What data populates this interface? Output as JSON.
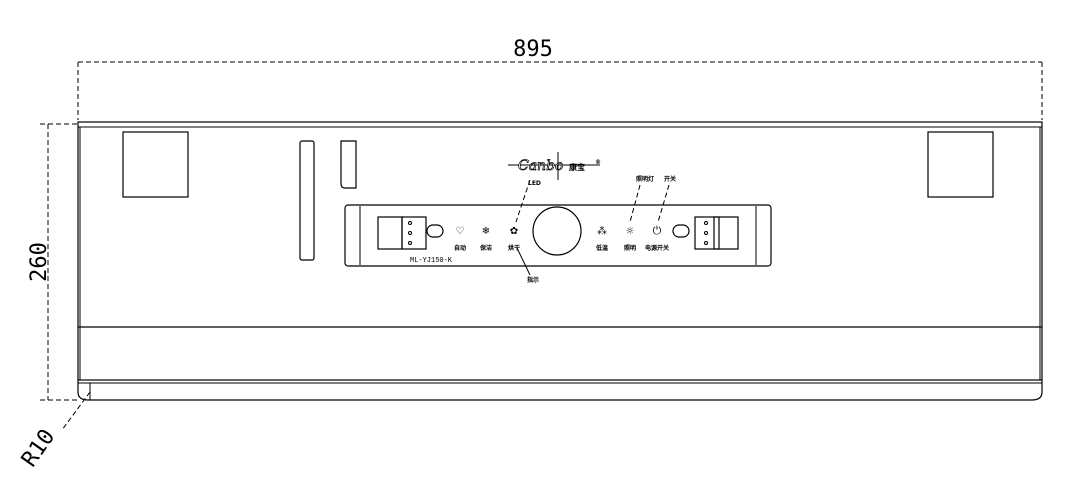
{
  "dimensions": {
    "width": "895",
    "height": "260",
    "radius": "R10"
  },
  "brand": {
    "latin": "Canbo",
    "chinese": "康宝",
    "mark": "®"
  },
  "model": "ML-YJ150-K",
  "buttons": [
    {
      "icon": "auto-icon",
      "label": "自动"
    },
    {
      "icon": "snowflake-icon",
      "label": "保洁"
    },
    {
      "icon": "flower-icon",
      "label": "烘干"
    },
    {
      "icon": "fan-icon",
      "label": "低温"
    },
    {
      "icon": "light-icon",
      "label": "照明"
    },
    {
      "icon": "power-icon",
      "label": "电源开关"
    }
  ],
  "callouts": {
    "top_left": "LED",
    "bottom": "指示",
    "top_right_1": "照明灯",
    "top_right_2": "开关"
  }
}
